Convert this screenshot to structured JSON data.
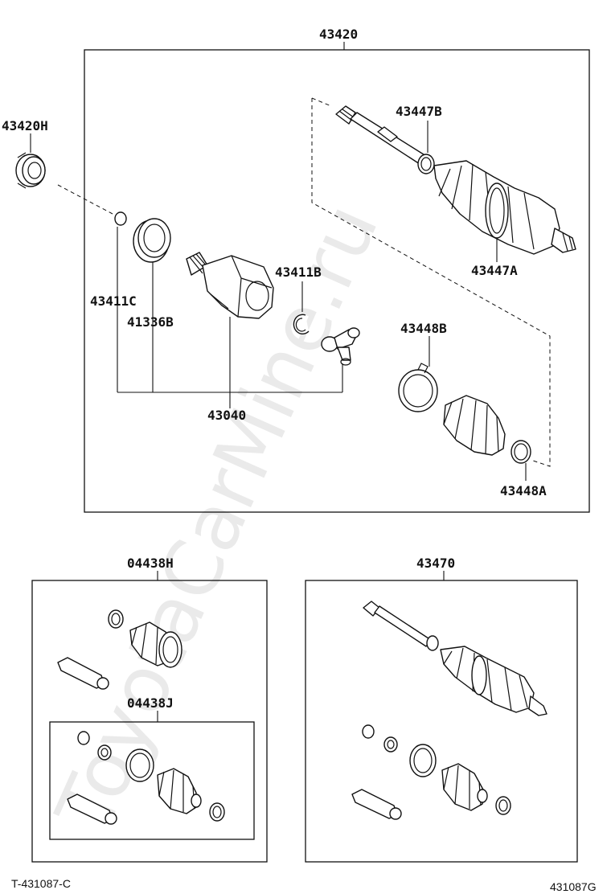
{
  "watermark": "ToyotaCarMine.ru",
  "labels": {
    "assembly_43420": "43420",
    "oil_seal_43420h": "43420H",
    "clamp_43447b": "43447B",
    "clamp_43447a": "43447A",
    "snap_ring_43411b": "43411B",
    "snap_ring_43411c": "43411C",
    "seal_41336b": "41336B",
    "clamp_43448b": "43448B",
    "inboard_joint_43040": "43040",
    "clamp_43448a": "43448A",
    "boot_kit_04438h": "04438H",
    "boot_kit_04438j": "04438J",
    "assembly_43470": "43470"
  },
  "footer": {
    "left_code": "T-431087-C",
    "right_code": "431087G"
  }
}
